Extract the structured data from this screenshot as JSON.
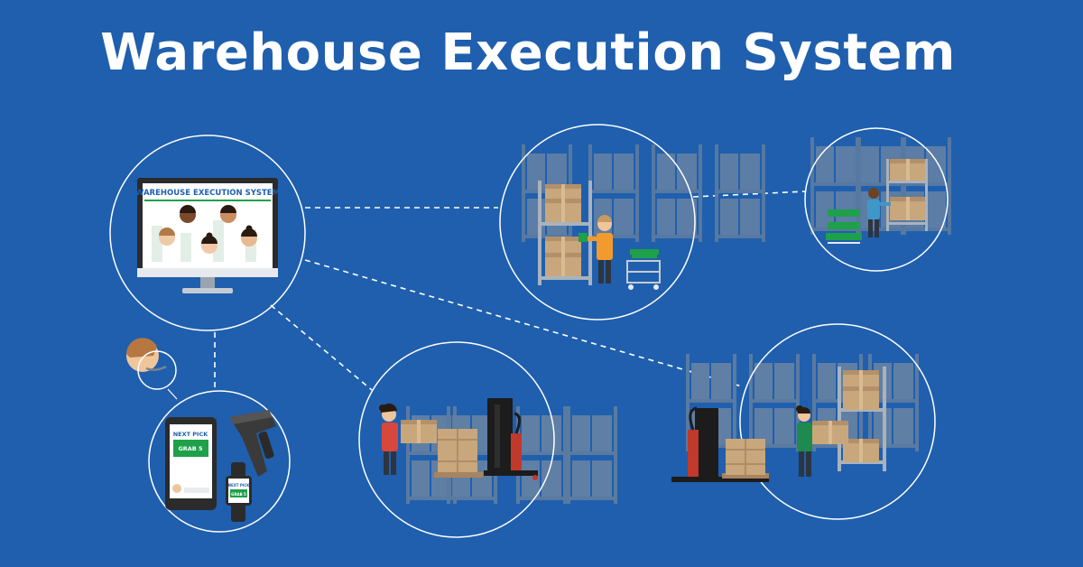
{
  "header": {
    "title": "Warehouse Execution System"
  },
  "monitor": {
    "screen_title": "WAREHOUSE EXECUTION SYSTEM"
  },
  "mobile": {
    "phone_header": "NEXT PICK",
    "phone_button": "GRAB 5",
    "watch_header": "NEXT PICK",
    "watch_button": "GRAB 5"
  },
  "colors": {
    "background": "#1f5fae",
    "shelf": "#55759a",
    "box": "#c9a77d",
    "accent_green": "#1fa04a",
    "worker_orange": "#f29a2e",
    "worker_red": "#d8473b",
    "worker_teal": "#3f97c9",
    "worker_green": "#1e8a4f"
  }
}
